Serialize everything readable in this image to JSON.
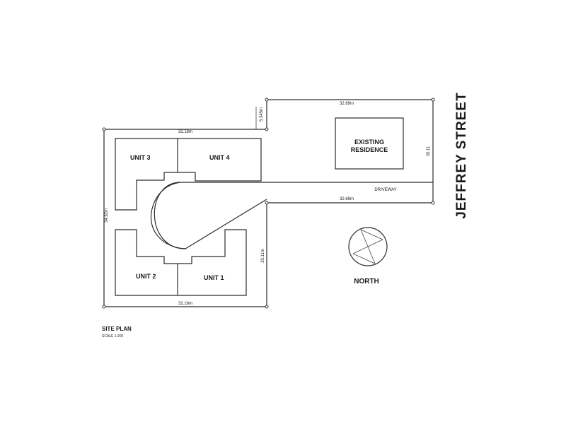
{
  "street_name": "JEFFREY STREET",
  "existing_residence": {
    "line1": "EXISTING",
    "line2": "RESIDENCE"
  },
  "units": {
    "unit1": "UNIT 1",
    "unit2": "UNIT 2",
    "unit3": "UNIT 3",
    "unit4": "UNIT 4"
  },
  "driveway_label": "DRIVEWAY",
  "north_label": "NORTH",
  "dimensions": {
    "top_right_width": "32.69m",
    "right_height": "20.11",
    "middle_width": "32.69m",
    "left_top_width": "32.18m",
    "left_height": "34.92m",
    "left_bottom_width": "32.18m",
    "lower_right_height": "20.11m",
    "notch_height": "5.345m"
  },
  "site_plan": {
    "title": "SITE PLAN",
    "scale": "SCALE 1:200"
  }
}
